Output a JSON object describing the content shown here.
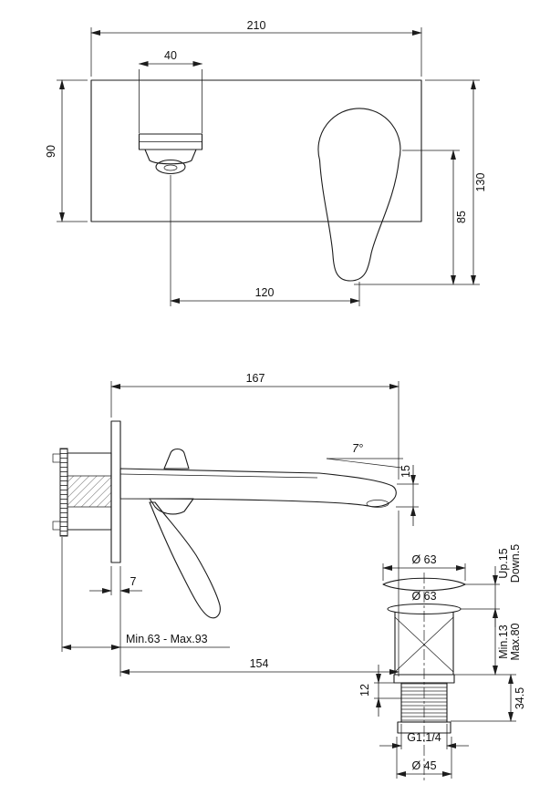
{
  "drawing": {
    "front_view": {
      "width": "210",
      "spout_width": "40",
      "plate_height": "90",
      "overall_height": "130",
      "handle_drop": "85",
      "centers_distance": "120"
    },
    "side_view": {
      "overall_depth": "167",
      "spout_angle": "7°",
      "tip_height": "15",
      "plate_thickness": "7",
      "wall_range": "Min.63 - Max.93",
      "spout_reach": "154"
    },
    "waste_view": {
      "cap_dia_top": "Ø 63",
      "cap_dia_bottom": "Ø 63",
      "stroke_up": "Up.15",
      "stroke_down": "Down.5",
      "body_min": "Min.13",
      "body_max": "Max.80",
      "tail_length": "34.5",
      "tail_top": "12",
      "thread": "G1.1/4",
      "outlet_dia": "Ø 45"
    }
  },
  "colors": {
    "line": "#1c1c1c",
    "background": "#ffffff"
  }
}
